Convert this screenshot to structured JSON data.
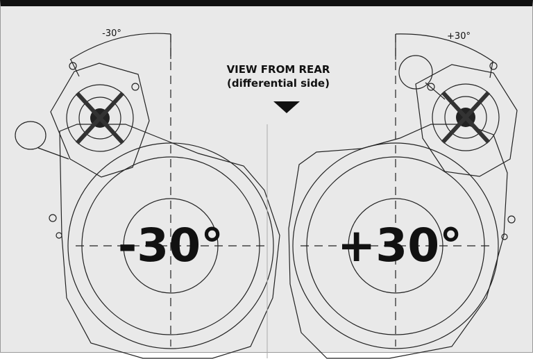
{
  "labels": {
    "view_title": "VIEW FROM REAR",
    "view_subtitle": "(differential side)",
    "left_small_angle": "-30°",
    "right_small_angle": "+30°",
    "left_big_angle": "-30°",
    "right_big_angle": "+30°"
  },
  "colors": {
    "background": "#e9e9e9",
    "frame_top": "#111111",
    "line": "#222222"
  },
  "icons": {
    "view_arrow": "triangle-down-icon"
  }
}
